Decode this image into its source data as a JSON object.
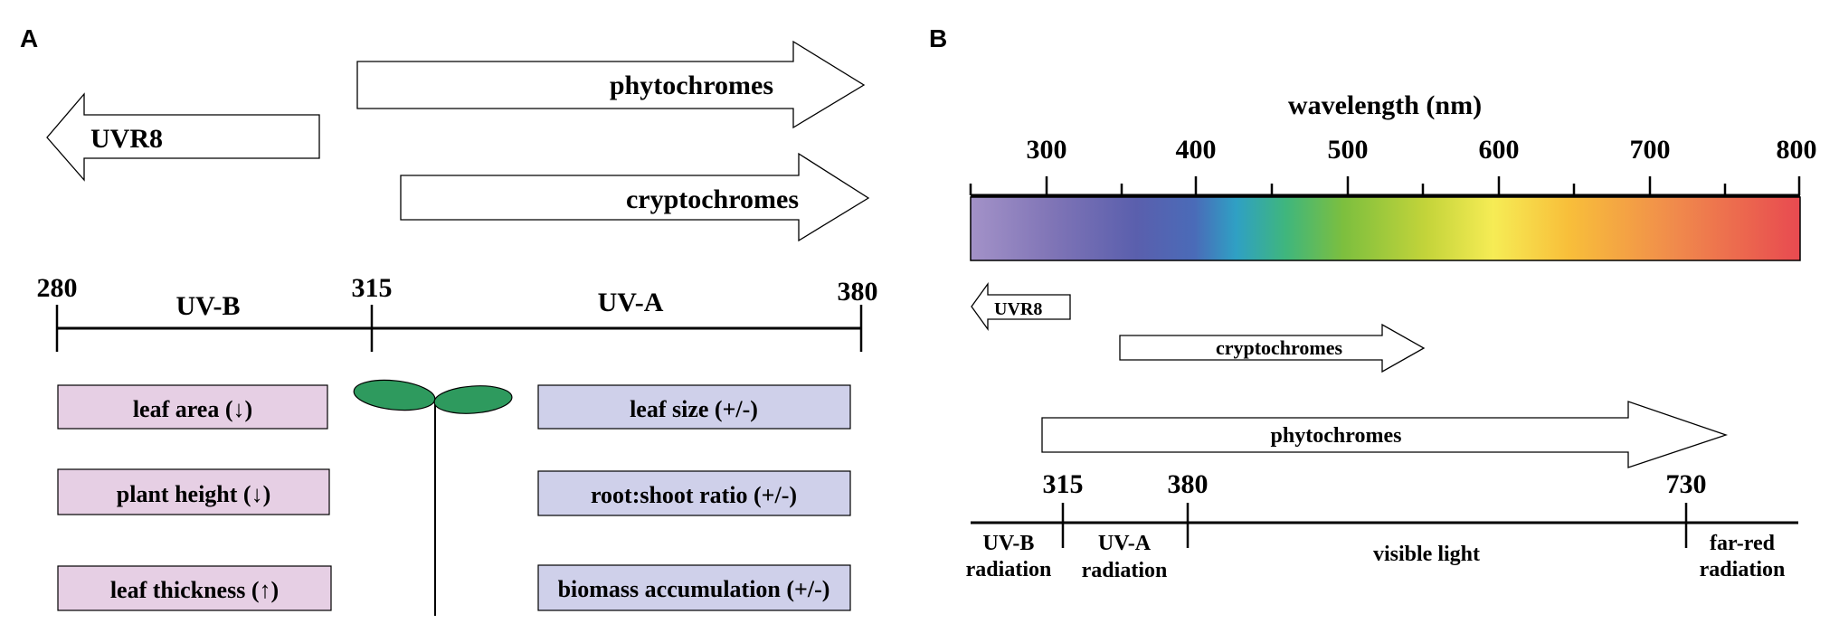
{
  "panel_a": {
    "label": "A",
    "arrows": {
      "phytochromes": "phytochromes",
      "uvr8": "UVR8",
      "cryptochromes": "cryptochromes"
    },
    "axis": {
      "ticks": [
        "280",
        "315",
        "380"
      ],
      "regions": [
        "UV-B",
        "UV-A"
      ]
    },
    "uvb_effects": [
      "leaf area (↓)",
      "plant height (↓)",
      "leaf thickness (↑)"
    ],
    "uva_effects": [
      "leaf size (+/-)",
      "root:shoot ratio (+/-)",
      "biomass accumulation (+/-)"
    ],
    "colors": {
      "uvb_box": "#e6cfe4",
      "uva_box": "#cfd0ea",
      "seedling_leaf": "#2e9a5e"
    }
  },
  "panel_b": {
    "label": "B",
    "spectrum_title": "wavelength (nm)",
    "spectrum_ticks": [
      "300",
      "400",
      "500",
      "600",
      "700",
      "800"
    ],
    "arrows": {
      "uvr8": "UVR8",
      "cryptochromes": "cryptochromes",
      "phytochromes": "phytochromes"
    },
    "axis_ticks": [
      "315",
      "380",
      "730"
    ],
    "regions": {
      "uvb_1": "UV-B",
      "uvb_2": "radiation",
      "uva_1": "UV-A",
      "uva_2": "radiation",
      "visible": "visible light",
      "farred_1": "far-red",
      "farred_2": "radiation"
    }
  }
}
